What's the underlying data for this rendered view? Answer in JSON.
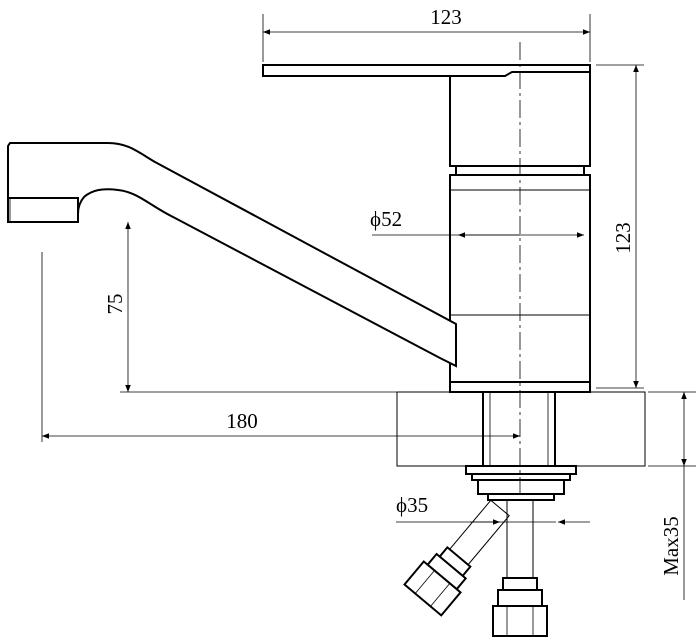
{
  "dimensions": {
    "top_width": "123",
    "body_height": "123",
    "body_diameter": "52",
    "spout_height": "75",
    "spout_reach": "180",
    "hole_diameter": "35",
    "max_thickness": "Max35"
  },
  "symbols": {
    "diameter": "ϕ"
  }
}
